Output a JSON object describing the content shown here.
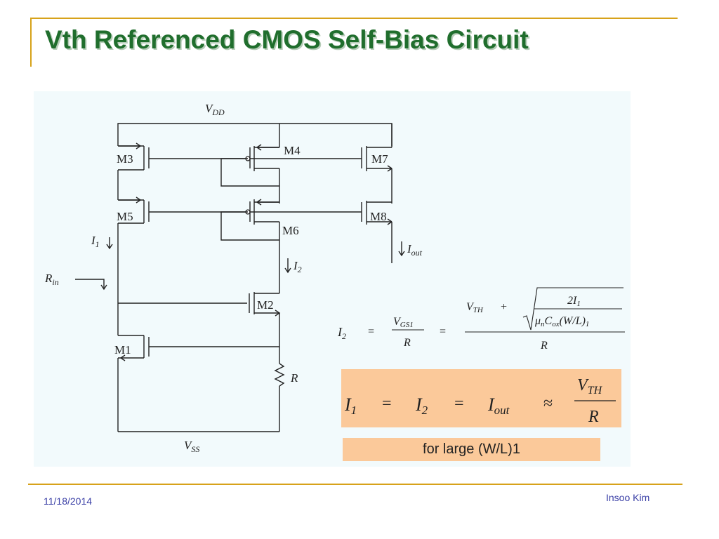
{
  "title": "Vth Referenced CMOS Self-Bias Circuit",
  "circuit": {
    "supply_top": {
      "main": "V",
      "sub": "DD"
    },
    "supply_bottom": {
      "main": "V",
      "sub": "SS"
    },
    "transistors": [
      "M3",
      "M4",
      "M7",
      "M5",
      "M6",
      "M8",
      "M2",
      "M1"
    ],
    "currents": {
      "i1": {
        "main": "I",
        "sub": "1"
      },
      "i2": {
        "main": "I",
        "sub": "2"
      },
      "iout": {
        "main": "I",
        "sub": "out"
      }
    },
    "rin": {
      "main": "R",
      "sub": "in"
    },
    "resistor": "R"
  },
  "equation1": {
    "lhs": {
      "main": "I",
      "sub": "2"
    },
    "eq": "=",
    "frac_num": {
      "main": "V",
      "sub": "GS1"
    },
    "frac_den": "R",
    "eq2": "=",
    "vth": {
      "main": "V",
      "sub": "TH"
    },
    "plus": "+",
    "sqrt_num": "2I",
    "sqrt_num_sub": "1",
    "mu": "μ",
    "mu_sub": "n",
    "cox": "C",
    "cox_sub": "ox",
    "wl": "(W/L)",
    "wl_sub": "1",
    "den": "R"
  },
  "equation2": {
    "i1": {
      "main": "I",
      "sub": "1"
    },
    "eq": "=",
    "i2": {
      "main": "I",
      "sub": "2"
    },
    "eq2": "=",
    "iout": {
      "main": "I",
      "sub": "out"
    },
    "approx": "≈",
    "num": {
      "main": "V",
      "sub": "TH"
    },
    "den": "R"
  },
  "note": "for large (W/L)1",
  "footer": {
    "date": "11/18/2014",
    "author": "Insoo Kim"
  },
  "colors": {
    "title": "#206e2d",
    "accent_line": "#d7a21a",
    "highlight": "#fbc99a",
    "panel": "#f2fafc",
    "footer_text": "#3a3fa6"
  }
}
